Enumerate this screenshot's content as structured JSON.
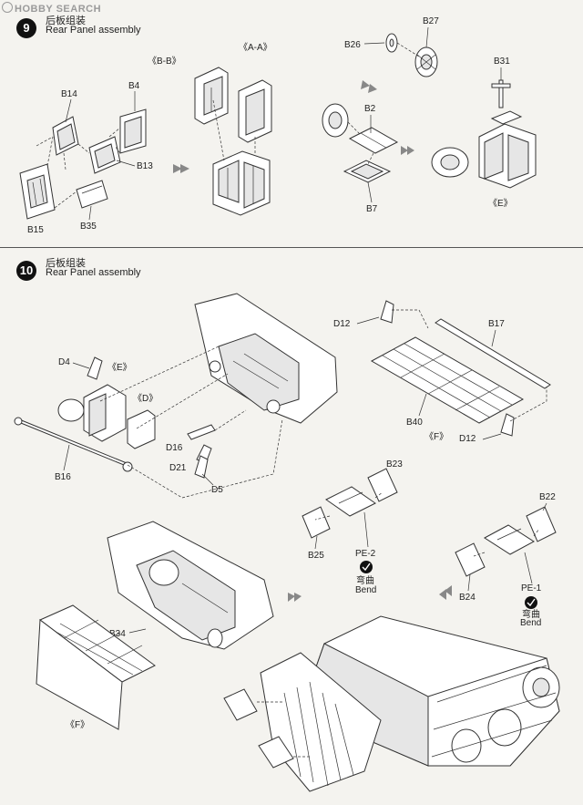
{
  "watermark": "HOBBY SEARCH",
  "step9": {
    "number": "9",
    "title_cn": "后板组装",
    "title_en": "Rear Panel assembly",
    "labels": {
      "b14": "B14",
      "b4": "B4",
      "b13": "B13",
      "b15": "B15",
      "b35": "B35",
      "bb": "《B-B》",
      "aa": "《A-A》",
      "b26": "B26",
      "b27": "B27",
      "b2": "B2",
      "b7": "B7",
      "b31": "B31",
      "e": "《E》"
    }
  },
  "step10": {
    "number": "10",
    "title_cn": "后板组装",
    "title_en": "Rear Panel assembly",
    "labels": {
      "d4": "D4",
      "e": "《E》",
      "d": "《D》",
      "b16": "B16",
      "d16": "D16",
      "d21": "D21",
      "d5": "D5",
      "d12a": "D12",
      "b17": "B17",
      "b40": "B40",
      "f1": "《F》",
      "d12b": "D12",
      "b23": "B23",
      "b25": "B25",
      "pe2": "PE-2",
      "bend_cn_1": "弯曲",
      "bend_1": "Bend",
      "b22": "B22",
      "b24": "B24",
      "pe1": "PE-1",
      "bend_cn_2": "弯曲",
      "bend_2": "Bend",
      "b34": "B34",
      "f2": "《F》"
    }
  }
}
